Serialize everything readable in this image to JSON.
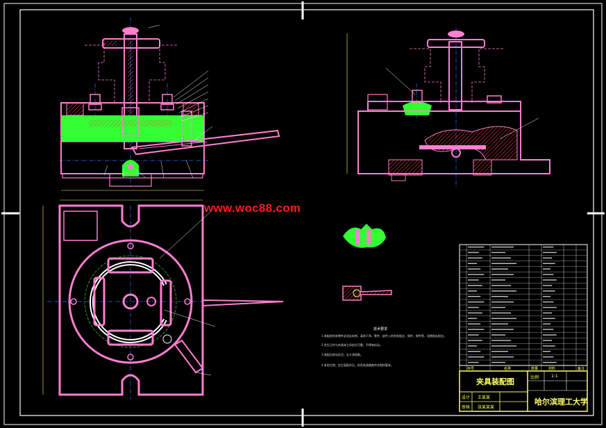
{
  "watermark": "www.woc88.com",
  "title_block": {
    "drawing_title": "夹具装配图",
    "school": "哈尔滨理工大学",
    "scale_label": "比例",
    "scale_value": "1:1",
    "designer_label": "设计",
    "designer_name": "王某某",
    "checker_label": "审核",
    "checker_name": "张某某某",
    "parts_header": [
      "序号",
      "名称",
      "数量",
      "材料",
      "备注"
    ]
  },
  "technical_requirements": {
    "title": "技术要求",
    "lines": [
      "1.装配前所有零件必须去毛刺，清洗干净，零件、部件上的所有锐边、铸件、焊件等，须倒角去锐边。",
      "2.定位元件与夹具体之间定位可靠，不得有松动。",
      "3.装配后转动灵活，无卡滞现象。",
      "4.各定位销、定位面配合后，检验夹具精度符合图样要求。"
    ]
  },
  "colors": {
    "background": "#000000",
    "outline": "#ff7fd0",
    "frame": "#ffffff",
    "centerline": "#3b6bff",
    "hatch": "#33ff33",
    "section": "#ff4444",
    "title_text": "#ffff66"
  }
}
